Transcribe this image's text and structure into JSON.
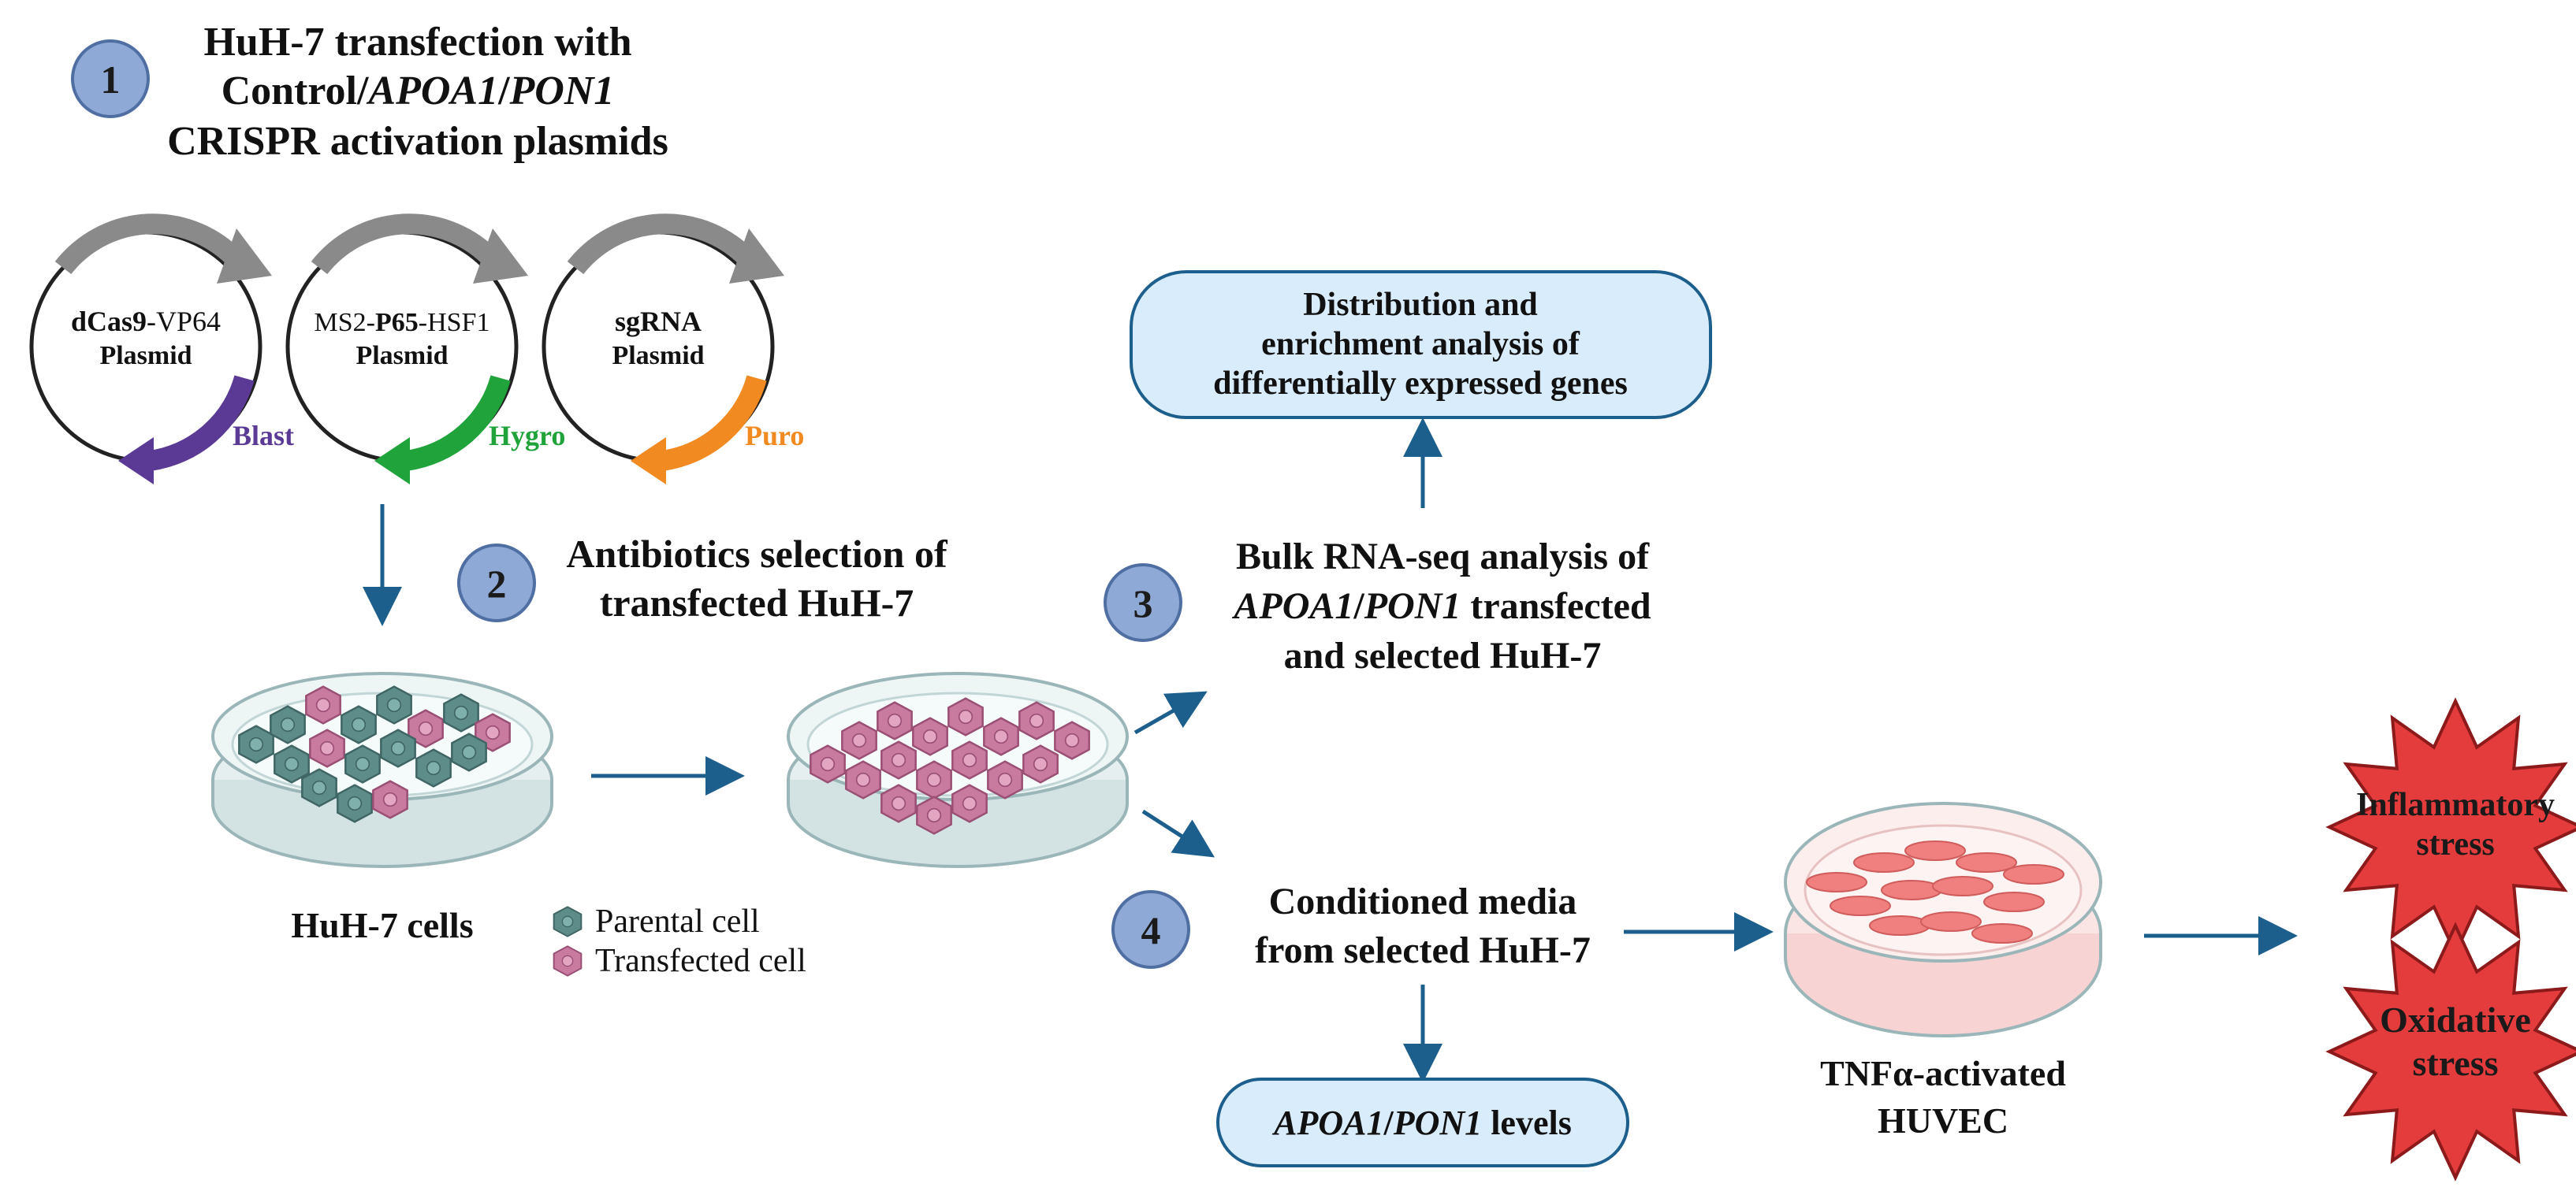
{
  "steps": {
    "s1": {
      "num": "1",
      "line1": "HuH-7 transfection with",
      "line2_a": "Control/",
      "line2_b": "APOA1",
      "line2_c": "/",
      "line2_d": "PON1",
      "line3": "CRISPR activation plasmids"
    },
    "s2": {
      "num": "2",
      "line1": "Antibiotics selection of",
      "line2": "transfected HuH-7"
    },
    "s3": {
      "num": "3",
      "line1": "Bulk RNA-seq analysis of",
      "line2_a": "APOA1",
      "line2_b": "/",
      "line2_c": "PON1",
      "line2_d": " transfected",
      "line3": "and selected HuH-7"
    },
    "s4": {
      "num": "4",
      "line1": "Conditioned media",
      "line2": "from selected HuH-7"
    }
  },
  "plasmids": [
    {
      "name_a": "dCas9",
      "name_b": "-VP64",
      "sub": "Plasmid",
      "marker": "Blast",
      "color": "#5b3a96"
    },
    {
      "name_a": "MS2-",
      "name_b": "P65",
      "name_c": "-HSF1",
      "sub": "Plasmid",
      "marker": "Hygro",
      "color": "#1fa33a"
    },
    {
      "name_a": "sgRNA",
      "sub": "Plasmid",
      "marker": "Puro",
      "color": "#f28a22"
    }
  ],
  "boxes": {
    "distribution": {
      "line1": "Distribution and",
      "line2": "enrichment analysis of",
      "line3": "differentially expressed genes"
    },
    "levels": {
      "gene_a": "APOA1",
      "slash": "/",
      "gene_b": "PON1",
      "suffix": " levels"
    }
  },
  "labels": {
    "huh7_cells": "HuH-7 cells",
    "huvec_line1": "TNFα-activated",
    "huvec_line2": "HUVEC"
  },
  "legend": {
    "parental": "Parental cell",
    "transfected": "Transfected cell"
  },
  "stress": {
    "inflammatory_1": "Inflammatory",
    "inflammatory_2": "stress",
    "oxidative_1": "Oxidative",
    "oxidative_2": "stress"
  },
  "colors": {
    "arrow": "#1d5f8c",
    "step_circle": "#8ea9d6",
    "box_fill": "#d9ecfb",
    "box_stroke": "#1d5f8c",
    "parental": "#5e8c89",
    "transfected": "#c97a9f",
    "star": "#e43c3c"
  }
}
